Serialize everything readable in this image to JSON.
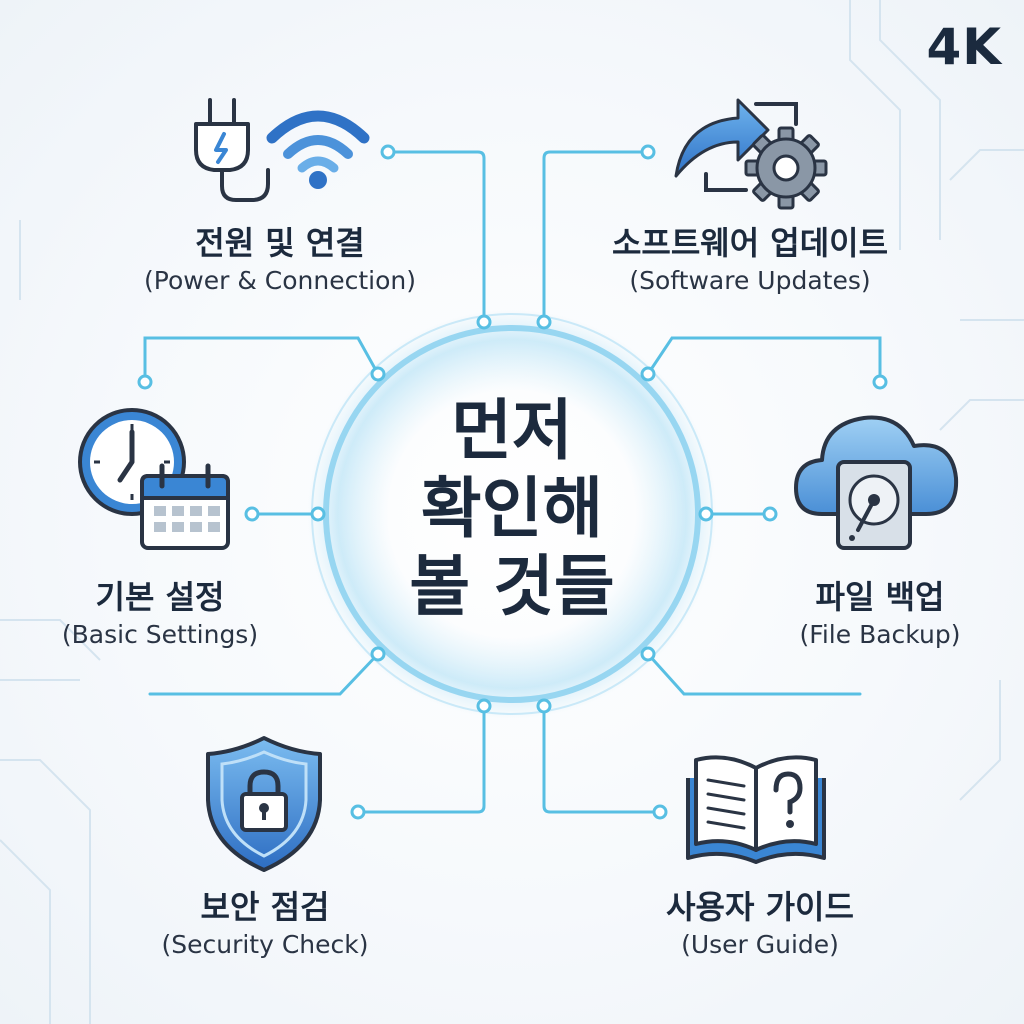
{
  "badge": "4K",
  "center": {
    "line1": "먼저",
    "line2": "확인해",
    "line3": "볼 것들"
  },
  "items": [
    {
      "ko": "전원 및 연결",
      "en": "(Power & Connection)",
      "icon": "plug-wifi-icon"
    },
    {
      "ko": "소프트웨어 업데이트",
      "en": "(Software Updates)",
      "icon": "update-gear-icon"
    },
    {
      "ko": "기본 설정",
      "en": "(Basic Settings)",
      "icon": "clock-calendar-icon"
    },
    {
      "ko": "파일 백업",
      "en": "(File Backup)",
      "icon": "cloud-drive-icon"
    },
    {
      "ko": "보안 점검",
      "en": "(Security Check)",
      "icon": "shield-lock-icon"
    },
    {
      "ko": "사용자 가이드",
      "en": "(User Guide)",
      "icon": "book-question-icon"
    }
  ],
  "colors": {
    "accent": "#4cb8e0",
    "ring": "#8fd3ef",
    "icon_blue": "#3a86d4",
    "icon_light": "#8fc3ee",
    "icon_dark": "#2a3444",
    "text": "#1c2a3d"
  }
}
